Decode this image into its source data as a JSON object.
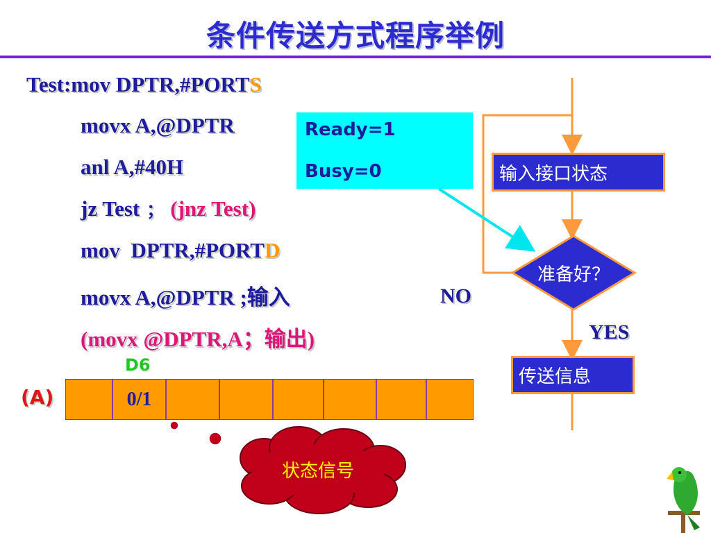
{
  "title": "条件传送方式程序举例",
  "code_lines": {
    "l1_main": "Test:mov DPTR,#PORT",
    "l1_suffix": "S",
    "l2": "movx A,@DPTR",
    "l3": "anl A,#40H",
    "l4_main": "jz Test",
    "l4_sep": "；",
    "l4_alt": "(jnz Test)",
    "l5_main": "mov  DPTR,#PORT",
    "l5_suffix": "D",
    "l6": "movx A,@DPTR ;输入",
    "l7": "(movx @DPTR,A；输出)"
  },
  "status_box": {
    "ready": "Ready=1",
    "busy": "Busy=0"
  },
  "flowchart": {
    "input_box": "输入接口状态",
    "decision": "准备好？",
    "no_label": "NO",
    "yes_label": "YES",
    "transfer_box": "传送信息"
  },
  "register": {
    "label": "(A)",
    "bit_label": "D6",
    "bit_value": "0/1",
    "cells": [
      "",
      "0/1",
      "",
      "",
      "",
      "",
      "",
      ""
    ]
  },
  "cloud_label": "状态信号",
  "colors": {
    "title": "#2b2bd0",
    "rule": "#7b1fd6",
    "code": "#1c1c9c",
    "highlight_pink": "#e0157a",
    "highlight_orange": "#ff9a00",
    "cyan_box": "#00ffff",
    "flow_box_fill": "#2b2bd0",
    "flow_line": "#ff9a3c",
    "register_fill": "#ff9a00",
    "cloud_fill": "#c0001a"
  },
  "icons": {
    "mascot": "parrot-icon"
  }
}
